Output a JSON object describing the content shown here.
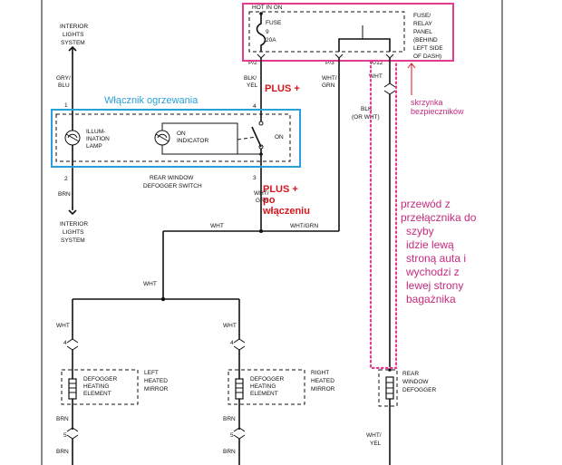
{
  "colors": {
    "red_labels": "#d6141b",
    "blue_label": "#2aa0d8",
    "annotation_magenta": "#c62a7e",
    "highlight_pink": "#e23b8f",
    "highlight_blue": "#2aa0d8"
  },
  "fuse": {
    "hot": "HOT IN ON",
    "label": "FUSE",
    "number": "9",
    "rating": "20A",
    "panel_lines": [
      "FUSE/",
      "RELAY",
      "PANEL",
      "(BEHIND",
      "LEFT SIDE",
      "OF DASH)"
    ]
  },
  "connectors": {
    "p2": "P/2",
    "p3": "P/3",
    "k12": "K/12"
  },
  "wires": {
    "blk_yel": [
      "BLK/",
      "YEL"
    ],
    "wht_grn_top": [
      "WHT/",
      "GRN"
    ],
    "wht_k12": "WHT",
    "blk_or_wht": [
      "BLK",
      "(OR WHT)"
    ],
    "gry_blu": [
      "GRY/",
      "BLU"
    ],
    "brn_switch": "BRN",
    "wht_grn_mid": [
      "WHT/",
      "GRN"
    ],
    "wht_bus": "WHT",
    "wht_grn_bus": "WHT/GRN",
    "wht_vertical": "WHT",
    "wht_left": "WHT",
    "wht_right": "WHT",
    "brn_left": "BRN",
    "brn_right": "BRN",
    "brn_left_bottom": "BRN",
    "brn_right_bottom": "BRN",
    "wht_yel_bottom": [
      "WHT/",
      "YEL"
    ]
  },
  "pins": {
    "pin4": "4",
    "pin1": "1",
    "pin2": "2",
    "pin3": "3",
    "left_pin4": "4",
    "left_pin5": "5",
    "right_pin4": "4",
    "right_pin5": "5"
  },
  "interior_top": [
    "INTERIOR",
    "LIGHTS",
    "SYSTEM"
  ],
  "interior_bottom": [
    "INTERIOR",
    "LIGHTS",
    "SYSTEM"
  ],
  "switch": {
    "illum": [
      "ILLUM-",
      "INATION",
      "LAMP"
    ],
    "on_indicator": [
      "ON",
      "INDICATOR"
    ],
    "on": "ON",
    "name": [
      "REAR WINDOW",
      "DEFOGGER SWITCH"
    ]
  },
  "mirrors": {
    "left_element": [
      "DEFOGGER",
      "HEATING",
      "ELEMENT"
    ],
    "left_name": [
      "LEFT",
      "HEATED",
      "MIRROR"
    ],
    "right_element": [
      "DEFOGGER",
      "HEATING",
      "ELEMENT"
    ],
    "right_name": [
      "RIGHT",
      "HEATED",
      "MIRROR"
    ]
  },
  "rear_defogger": [
    "REAR",
    "WINDOW",
    "DEFOGGER"
  ],
  "annotations": {
    "plus1": "PLUS  +",
    "plus2": [
      "PLUS  +",
      "po",
      "włączeniu"
    ],
    "switch_pl": "Włącznik ogrzewania",
    "fusebox_pl": [
      "skrzynka",
      "bezpieczników"
    ],
    "route_pl": [
      "przewód z",
      "przełącznika do",
      "szyby",
      "idzie lewą",
      "stroną auta i",
      "wychodzi z",
      "lewej strony",
      "bagażnika"
    ]
  }
}
